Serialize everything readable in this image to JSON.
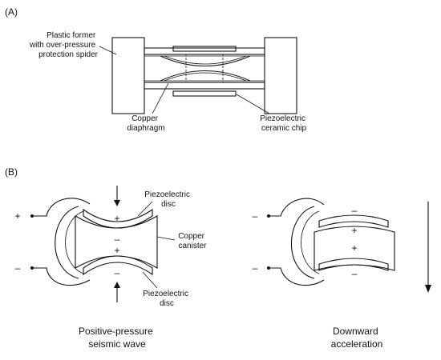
{
  "panel_a": {
    "label": "(A)",
    "former_label": [
      "Plastic former",
      "with over-pressure",
      "protection spider"
    ],
    "diaphragm_label": [
      "Copper",
      "diaphragm"
    ],
    "chip_label": [
      "Piezoelectric",
      "ceramic chip"
    ]
  },
  "panel_b": {
    "label": "(B)",
    "disc_top_label": [
      "Piezoelectric",
      "disc"
    ],
    "canister_label": [
      "Copper",
      "canister"
    ],
    "disc_bottom_label": [
      "Piezoelectric",
      "disc"
    ],
    "pressure_caption": [
      "Positive-pressure",
      "seismic wave"
    ],
    "accel_caption": [
      "Downward",
      "acceleration"
    ],
    "plus": "+",
    "minus": "–"
  }
}
